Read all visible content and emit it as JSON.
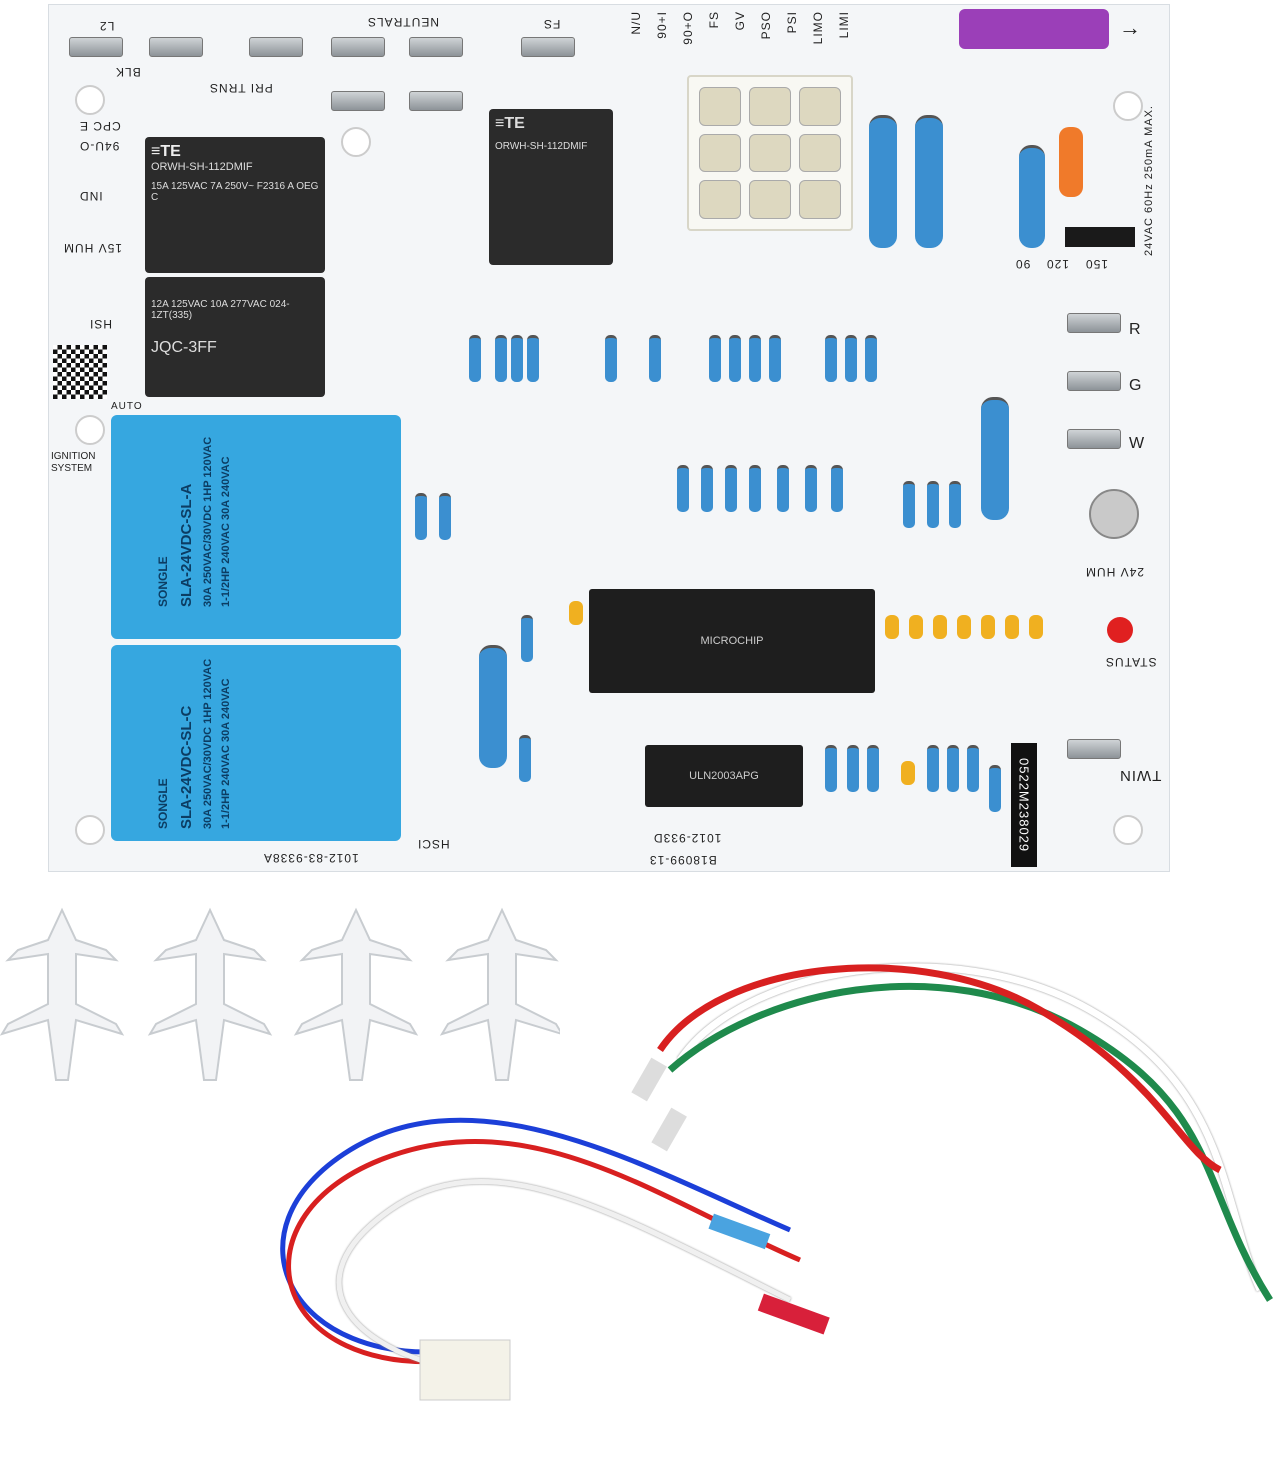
{
  "board": {
    "top_labels": [
      "L2",
      "BLK",
      "PRI TRNS",
      "NEUTRALS",
      "FS",
      "N/U",
      "90+I",
      "90+O",
      "FS",
      "GV",
      "PSO",
      "PSI",
      "LIMO",
      "LIMI"
    ],
    "left_labels": [
      "CPC E",
      "94U-O",
      "IND",
      "15V HUM",
      "HSI",
      "AUTO",
      "IGNITION SYSTEM"
    ],
    "right_labels": [
      "R",
      "G",
      "W",
      "24V HUM",
      "STATUS",
      "TWIN"
    ],
    "tap_labels": [
      "90",
      "120",
      "150"
    ],
    "power_label": "24VAC 60Hz 250mA MAX.",
    "serial": "0522M238029",
    "part_codes": [
      "1012-83-9338A",
      "B18099-13",
      "1012-933D",
      "HSCI"
    ],
    "relay_k1": "ORWH-SH-112DMIF",
    "relay_k1_rating": "15A 125VAC 7A 250V~ F2316 A OEG C",
    "relay_k3": "ORWH-SH-112DMIF",
    "relay_k2": "JQC-3FF",
    "relay_k2_rating": "12A 125VAC 10A 277VAC 024-1ZT(335)",
    "relay_blue_1_brand": "SONGLE",
    "relay_blue_1_model": "SLA-24VDC-SL-A",
    "relay_blue_1_rating": "30A 250VAC/30VDC  1HP 120VAC 1-1/2HP 240VAC 30A 240VAC",
    "relay_blue_2_brand": "SONGLE",
    "relay_blue_2_model": "SLA-24VDC-SL-C",
    "relay_blue_2_rating": "30A 250VAC/30VDC  1HP 120VAC 1-1/2HP 240VAC 30A 240VAC",
    "mcu": "MICROCHIP",
    "driver": "ULN2003APG",
    "colors": {
      "board": "#f4f6f8",
      "relay_blue": "#36a7e0",
      "resistor": "#3b8fd0",
      "fuse": "#9b3fb8",
      "led": "#e02020"
    }
  }
}
